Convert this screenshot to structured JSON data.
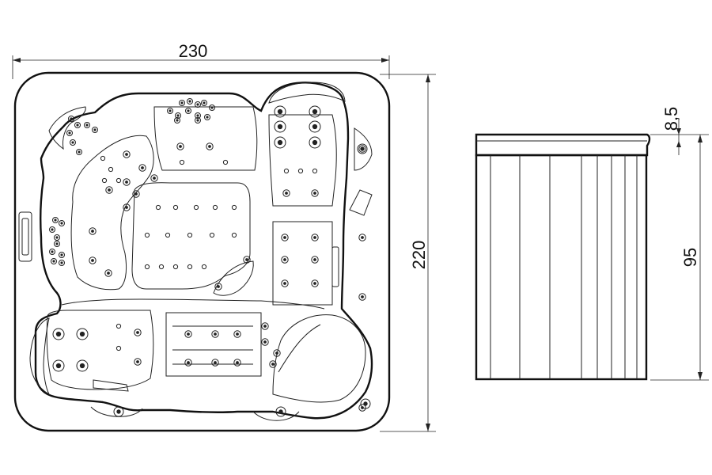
{
  "dimensions": {
    "width": "230",
    "depth": "220",
    "lip": "8,5",
    "height": "95"
  },
  "colors": {
    "line": "#111111",
    "background": "#ffffff"
  }
}
